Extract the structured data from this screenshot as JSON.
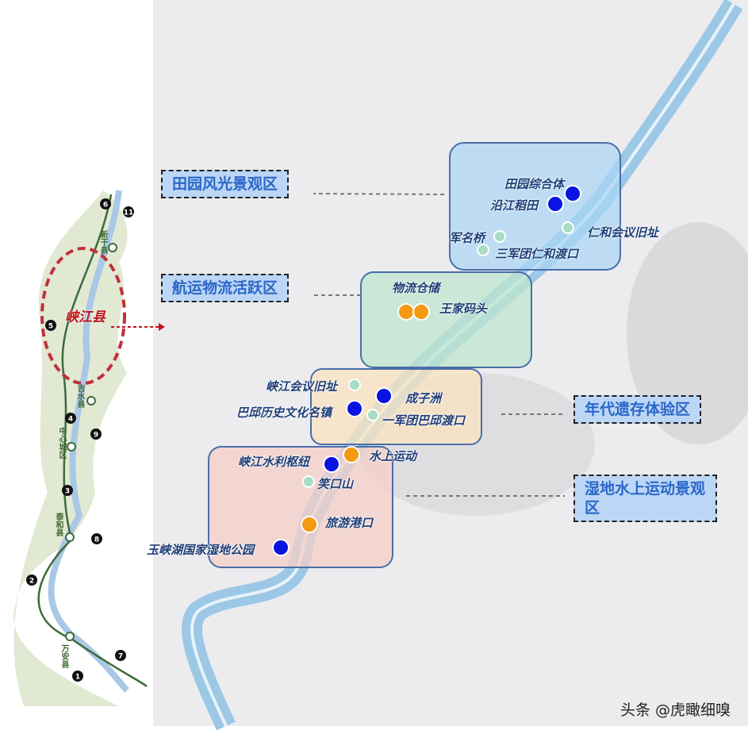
{
  "zones": [
    {
      "label": "田园风光景观区"
    },
    {
      "label": "航运物流活跃区"
    },
    {
      "label": "年代遗存体验区"
    },
    {
      "label": "湿地水上运动景观区"
    }
  ],
  "points": [
    {
      "name": "田园综合体",
      "type": "blue"
    },
    {
      "name": "沿江稻田",
      "type": "blue"
    },
    {
      "name": "军名桥",
      "type": "green"
    },
    {
      "name": "仁和会议旧址",
      "type": "green"
    },
    {
      "name": "三军团仁和渡口",
      "type": "green"
    },
    {
      "name": "物流仓储",
      "type": "orange"
    },
    {
      "name": "王家码头",
      "type": "orange"
    },
    {
      "name": "峡江会议旧址",
      "type": "green"
    },
    {
      "name": "成子洲",
      "type": "blue"
    },
    {
      "name": "巴邱历史文化名镇",
      "type": "blue"
    },
    {
      "name": "一军团巴邱渡口",
      "type": "green"
    },
    {
      "name": "峡江水利枢纽",
      "type": "blue"
    },
    {
      "name": "水上运动",
      "type": "orange"
    },
    {
      "name": "笑口山",
      "type": "green"
    },
    {
      "name": "旅游港口",
      "type": "orange"
    },
    {
      "name": "玉峡湖国家湿地公园",
      "type": "blue"
    }
  ],
  "inset": {
    "highlight": "峡江县",
    "counties": [
      "新干县",
      "吉水县",
      "中心城区",
      "泰和县",
      "万安县"
    ],
    "numbers": [
      "6",
      "11",
      "5",
      "4",
      "9",
      "3",
      "8",
      "2",
      "7",
      "1"
    ]
  },
  "watermark": "头条 @虎瞰细嗅",
  "colors": {
    "blue": "#0a14e0",
    "green": "#a8dcc4",
    "orange": "#f39a12",
    "river": "#9cc8e6"
  }
}
